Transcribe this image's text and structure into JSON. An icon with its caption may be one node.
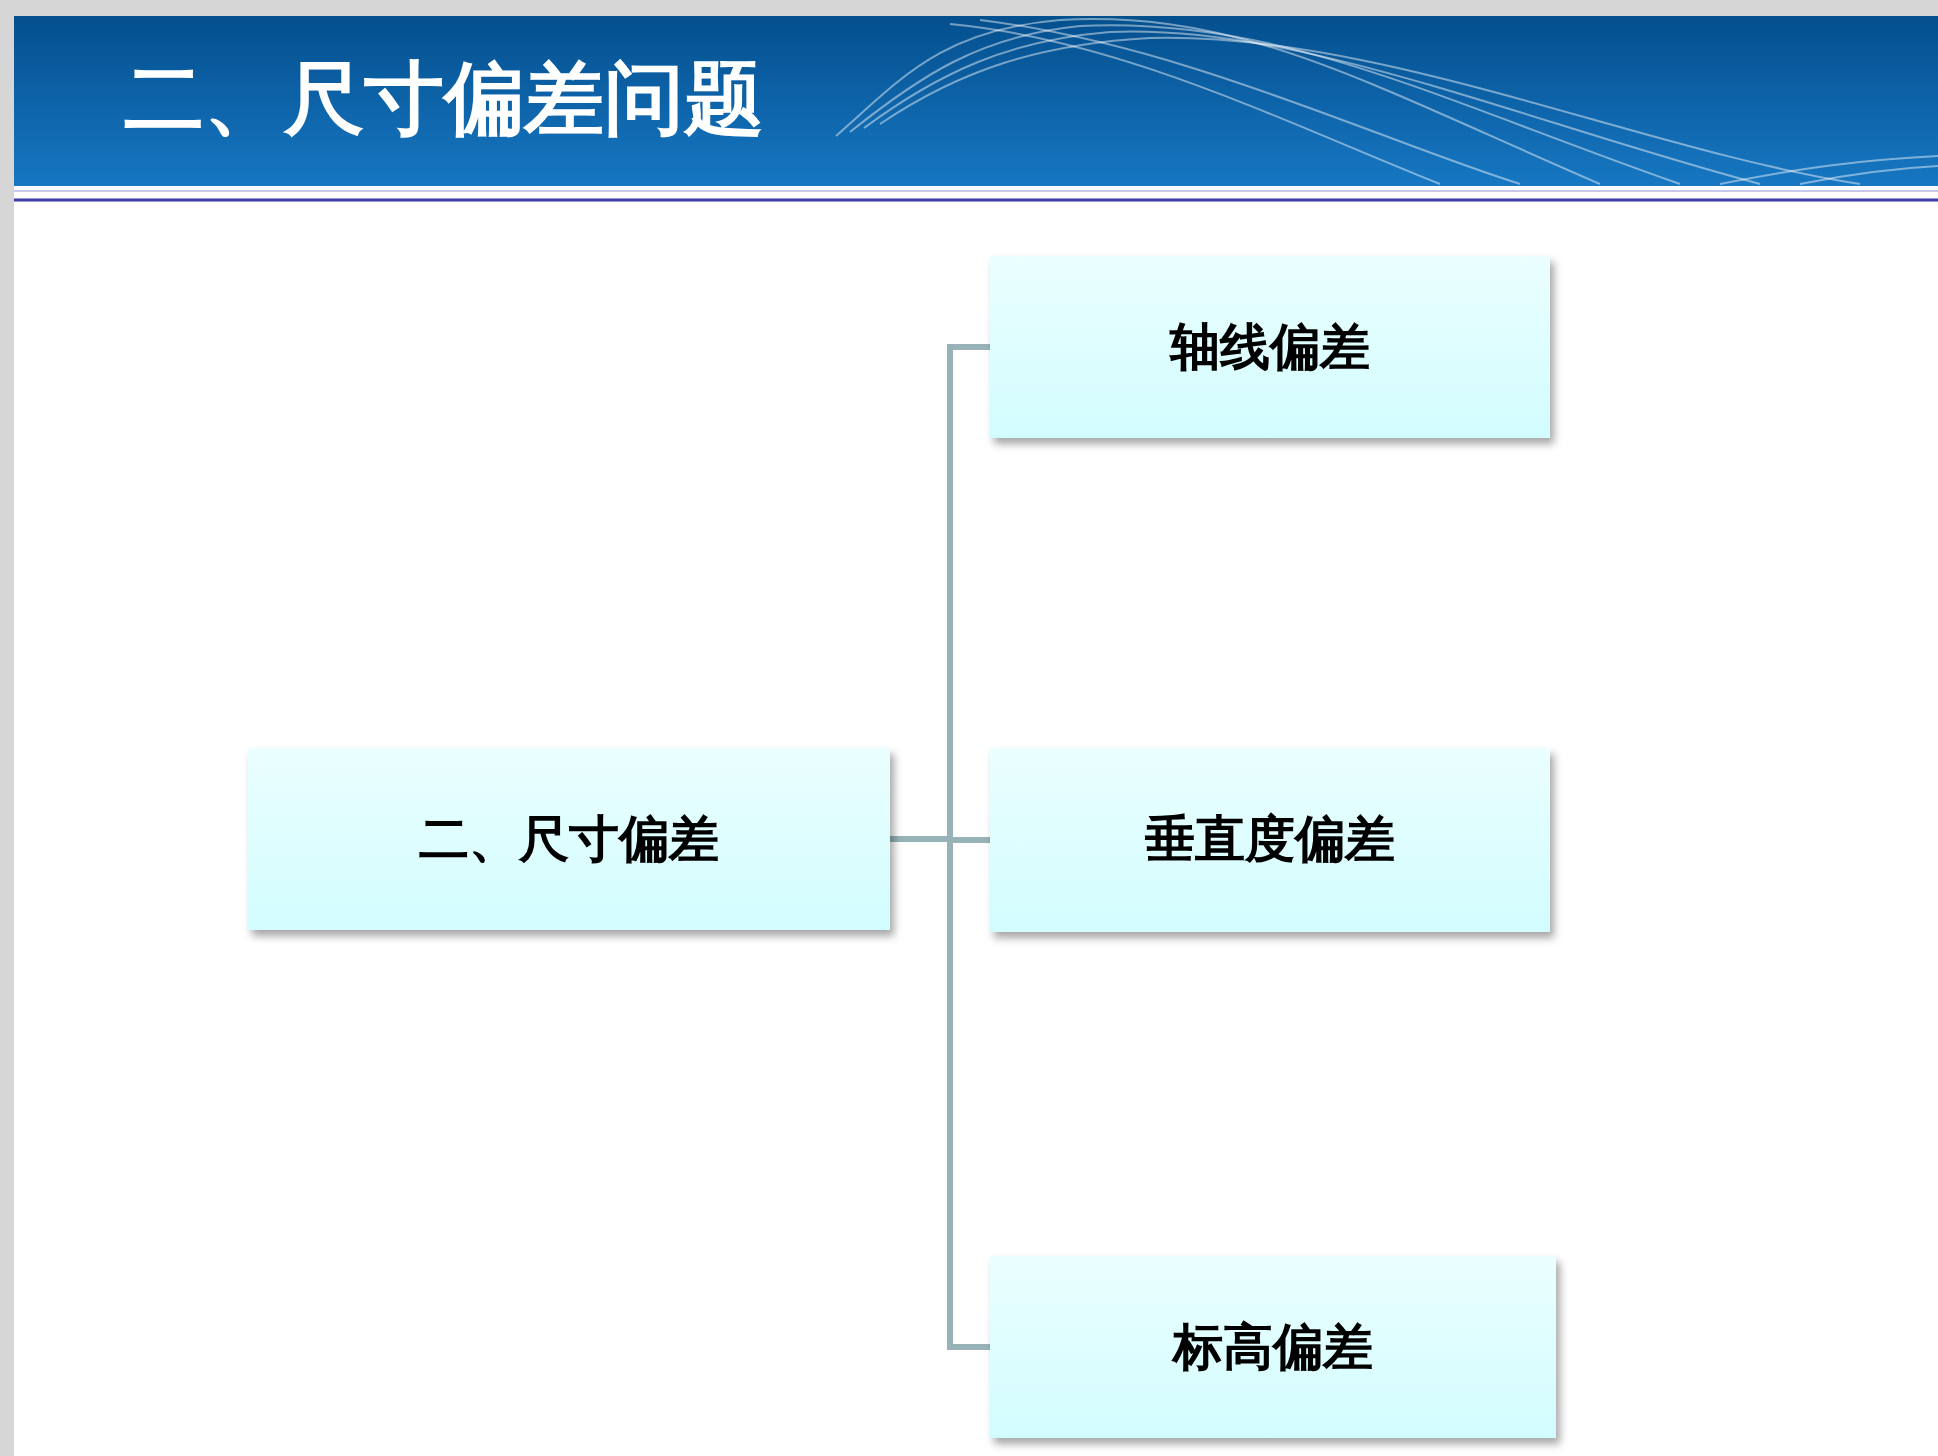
{
  "diagram": {
    "title": "二、尺寸偏差问题",
    "nodes": [
      {
        "text": [
          "二、尺寸偏差"
        ]
      },
      {
        "text": [
          "轴线偏差"
        ]
      },
      {
        "text": [
          "垂直度偏差"
        ]
      },
      {
        "text": [
          "标高偏差"
        ]
      }
    ],
    "edges": [
      {
        "from": 0,
        "to": 1,
        "arrow": "none"
      },
      {
        "from": 0,
        "to": 2,
        "arrow": "none"
      },
      {
        "from": 0,
        "to": 3,
        "arrow": "none"
      }
    ]
  }
}
